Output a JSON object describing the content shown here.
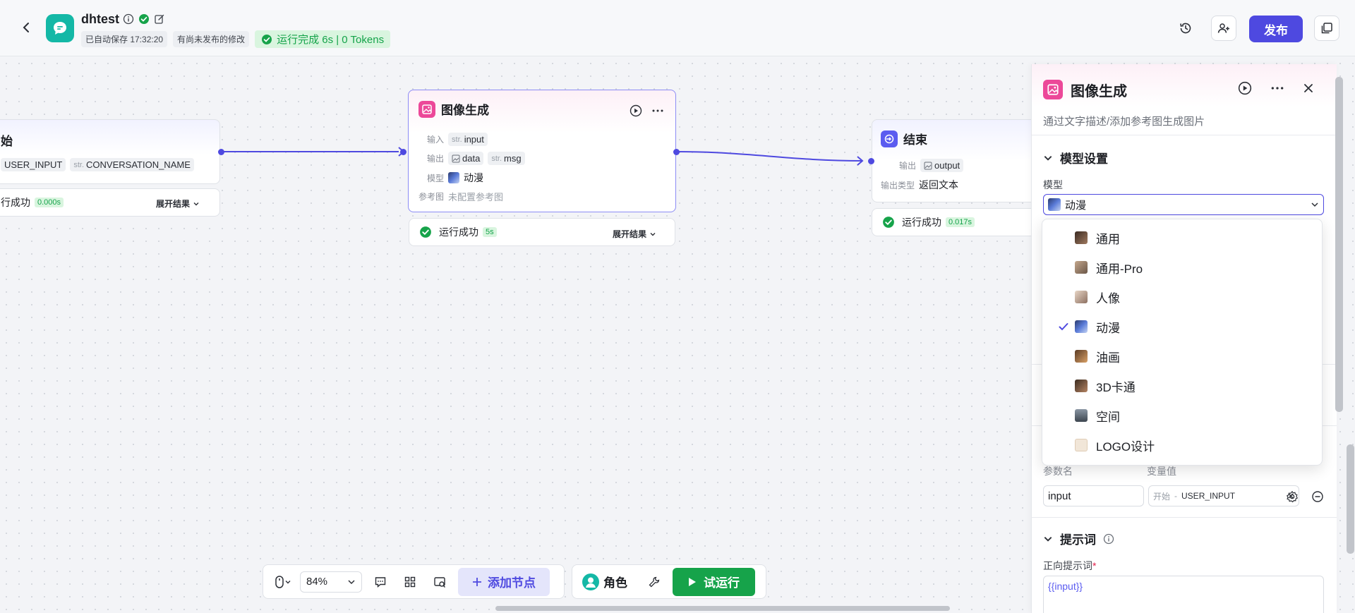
{
  "header": {
    "app_name": "dhtest",
    "autosave": "已自动保存 17:32:20",
    "unpublished": "有尚未发布的修改",
    "run_status": "运行完成 6s | 0 Tokens",
    "publish_label": "发布"
  },
  "nodes": {
    "start": {
      "title": "始",
      "chip1": "USER_INPUT",
      "chip2_pre": "str.",
      "chip2": "CONVERSATION_NAME",
      "status": "行成功",
      "duration": "0.000s",
      "expand": "展开结果"
    },
    "image_gen": {
      "title": "图像生成",
      "input_label": "输入",
      "input_pre": "str.",
      "input_value": "input",
      "output_label": "输出",
      "output_value1": "data",
      "output_pre2": "str.",
      "output_value2": "msg",
      "model_label": "模型",
      "model_value": "动漫",
      "ref_label": "参考图",
      "ref_value": "未配置参考图",
      "status": "运行成功",
      "duration": "5s",
      "expand": "展开结果"
    },
    "end": {
      "title": "结束",
      "output_label": "输出",
      "output_value": "output",
      "output_type_label": "输出类型",
      "output_type_value": "返回文本",
      "status": "运行成功",
      "duration": "0.017s"
    }
  },
  "toolbar": {
    "zoom": "84%",
    "add_node": "添加节点",
    "role": "角色",
    "trial_run": "试运行"
  },
  "panel": {
    "title": "图像生成",
    "description": "通过文字描述/添加参考图生成图片",
    "model_section": "模型设置",
    "model_label": "模型",
    "model_selected": "动漫",
    "param_name_header": "参数名",
    "param_value_header": "变量值",
    "param_name": "input",
    "param_source": "开始",
    "param_var": "USER_INPUT",
    "prompt_section": "提示词",
    "positive_prompt_label": "正向提示词",
    "required_mark": "*",
    "positive_prompt_value": "{{input}}"
  },
  "dropdown": {
    "options": [
      "通用",
      "通用-Pro",
      "人像",
      "动漫",
      "油画",
      "3D卡通",
      "空间",
      "LOGO设计"
    ],
    "selected_index": 3
  },
  "colors": {
    "accent": "#4e49e0",
    "success": "#16a34a",
    "image_node": "#ec4899",
    "end_node": "#5b5cf0"
  }
}
